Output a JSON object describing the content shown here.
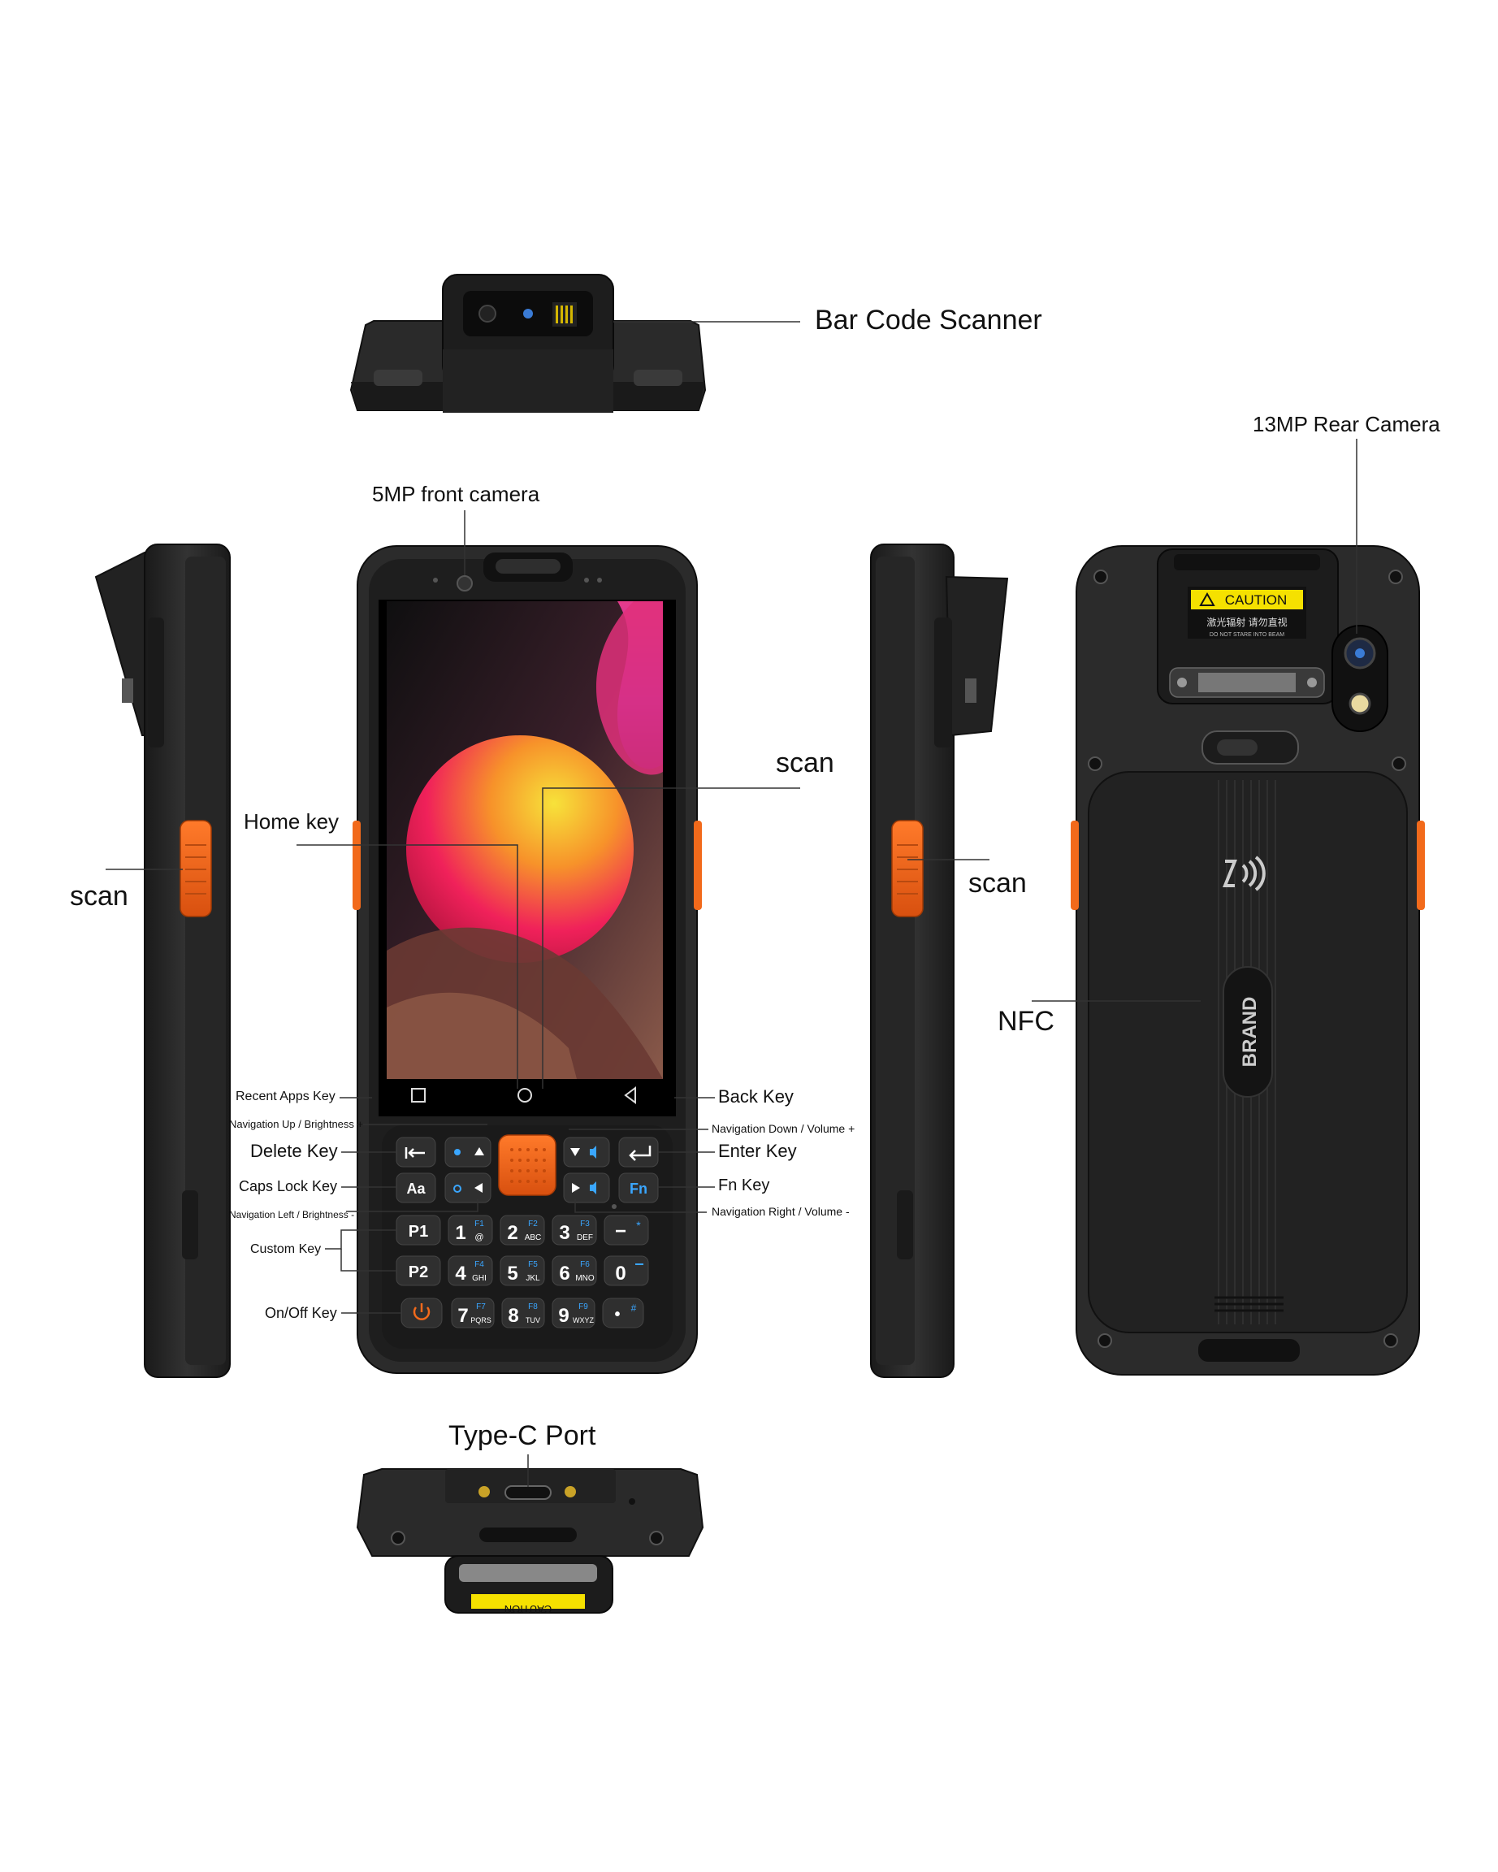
{
  "labels": {
    "barcode": "Bar Code Scanner",
    "rear_camera": "13MP Rear Camera",
    "front_camera": "5MP front camera",
    "scan_center": "scan",
    "scan_left": "scan",
    "scan_right": "scan",
    "home_key": "Home key",
    "nfc": "NFC",
    "recent_apps": "Recent Apps Key",
    "nav_up": "Navigation Up / Brightness +",
    "delete_key": "Delete Key",
    "caps_lock": "Caps Lock Key",
    "nav_left": "Navigation Left / Brightness -",
    "custom_key": "Custom Key",
    "onoff_key": "On/Off Key",
    "back_key": "Back Key",
    "nav_down": "Navigation Down / Volume +",
    "enter_key": "Enter Key",
    "fn_key": "Fn Key",
    "nav_right": "Navigation Right / Volume -",
    "typec": "Type-C Port"
  },
  "device": {
    "caution": "CAUTION",
    "caution_cn": "激光辐射 请勿直视",
    "caution_en": "DO NOT STARE INTO BEAM",
    "brand": "BRAND",
    "bottom_caution": "CAUTION"
  },
  "keys": {
    "aa": "Aa",
    "fn": "Fn",
    "p1": "P1",
    "p2": "P2",
    "k1": "1",
    "k1_sub": "@",
    "k1_fn": "F1",
    "k2": "2",
    "k2_sub": "ABC",
    "k2_fn": "F2",
    "k3": "3",
    "k3_sub": "DEF",
    "k3_fn": "F3",
    "k4": "4",
    "k4_sub": "GHI",
    "k4_fn": "F4",
    "k5": "5",
    "k5_sub": "JKL",
    "k5_fn": "F5",
    "k6": "6",
    "k6_sub": "MNO",
    "k6_fn": "F6",
    "k7": "7",
    "k7_sub": "PQRS",
    "k7_fn": "F7",
    "k8": "8",
    "k8_sub": "TUV",
    "k8_fn": "F8",
    "k9": "9",
    "k9_sub": "WXYZ",
    "k9_fn": "F9",
    "k0": "0",
    "minus": "−",
    "minus_sym": "*",
    "dot": "•",
    "dot_sym": "#"
  },
  "colors": {
    "body": "#2b2b2b",
    "body_dark": "#1c1c1c",
    "accent_orange": "#f26a1b",
    "caution_yellow": "#f5e100",
    "fn_blue": "#3aa6ff"
  },
  "icons": [
    "square-icon",
    "circle-icon",
    "triangle-left-icon",
    "power-icon",
    "nfc-icon",
    "enter-icon",
    "delete-icon"
  ]
}
